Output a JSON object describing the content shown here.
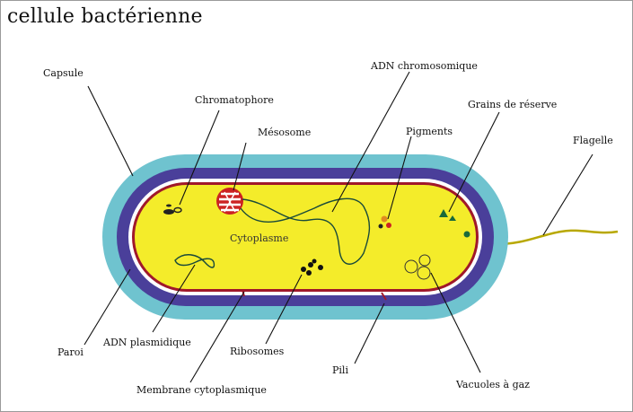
{
  "title": "cellule bactérienne",
  "labels": {
    "capsule": "Capsule",
    "chromatophore": "Chromatophore",
    "adn_chromosomique": "ADN chromosomique",
    "mesosome": "Mésosome",
    "pigments": "Pigments",
    "grains_reserve": "Grains de réserve",
    "flagelle": "Flagelle",
    "cytoplasme": "Cytoplasme",
    "paroi": "Paroi",
    "adn_plasmidique": "ADN plasmidique",
    "ribosomes": "Ribosomes",
    "membrane": "Membrane cytoplasmique",
    "pili": "Pili",
    "vacuoles": "Vacuoles à gaz"
  },
  "colors": {
    "capsule": "#6fc3cf",
    "paroi": "#4a3f9a",
    "membrane": "#ffffff",
    "cytoplasm": "#f4ec2a",
    "mesosome": "#cc2222",
    "flagelle": "#b8a800"
  }
}
